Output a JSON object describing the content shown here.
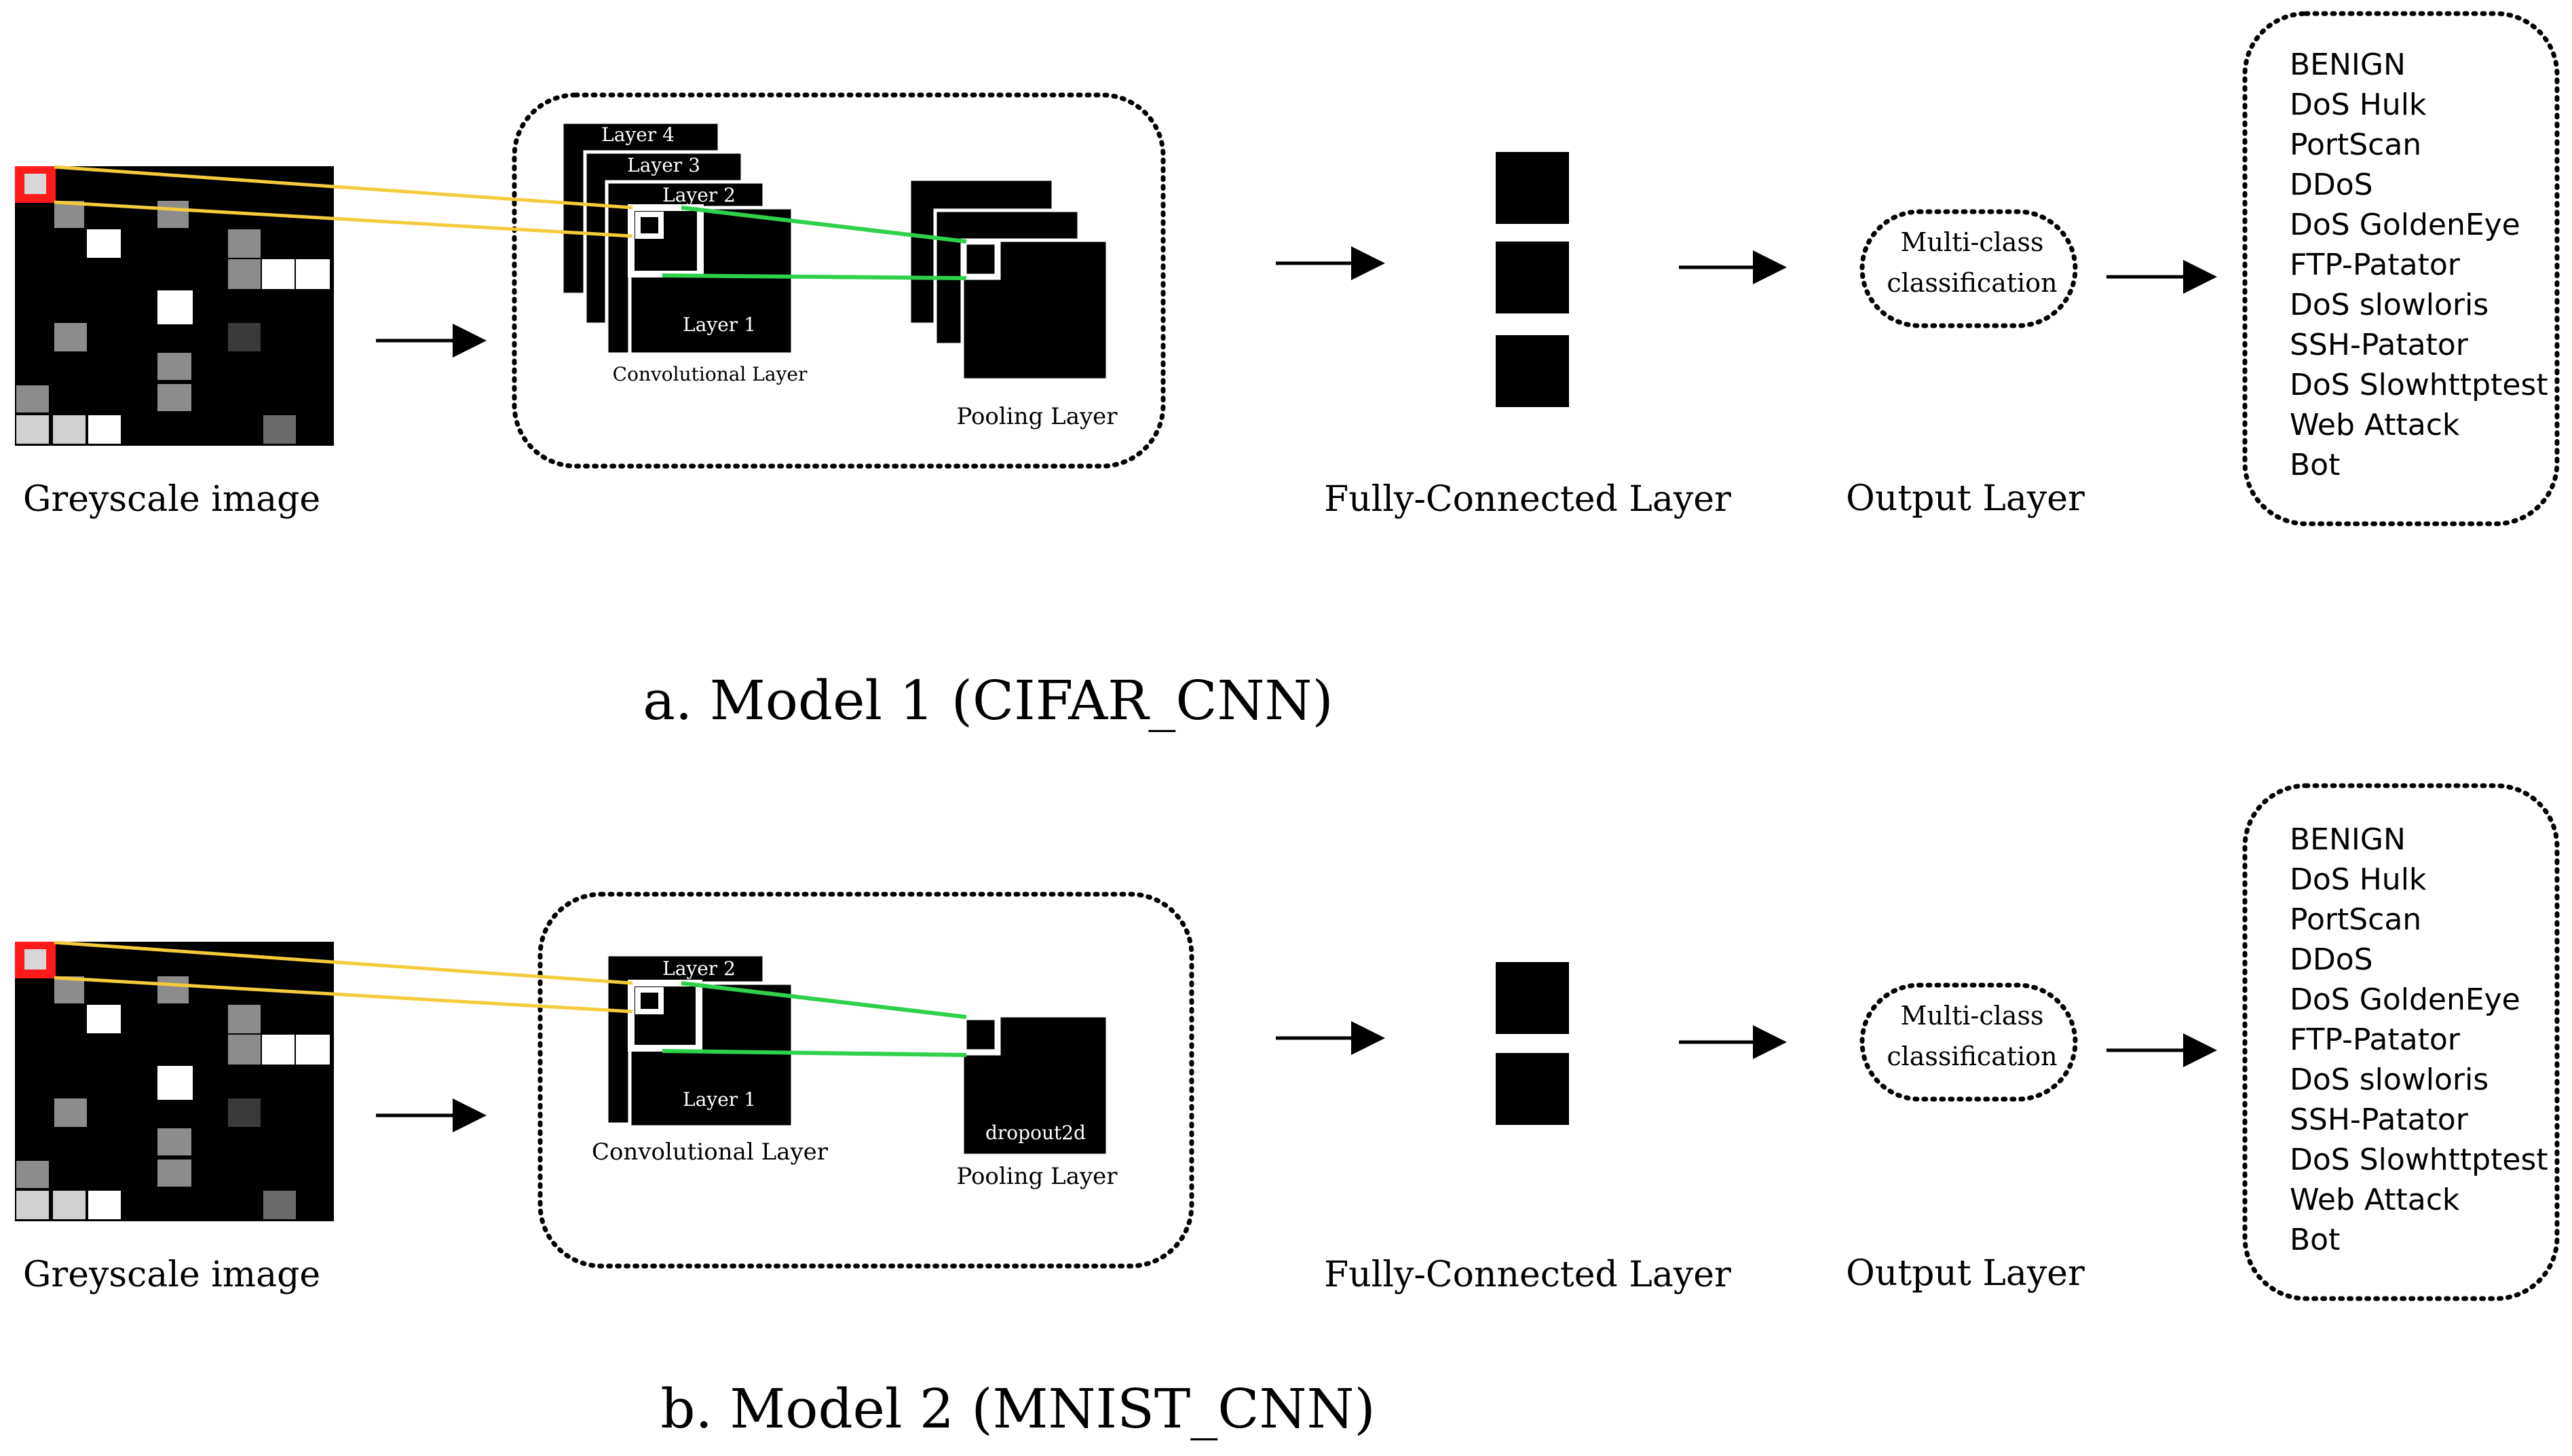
{
  "colors": {
    "background": "#ffffff",
    "block": "#000000",
    "highlight_red": "#ff1a1a",
    "line_yellow": "#f2cc3c",
    "line_green": "#2fd04a",
    "border": "#000000"
  },
  "models": [
    {
      "caption": "a. Model 1 (CIFAR_CNN)",
      "input_label": "Greyscale image",
      "conv_layers": [
        "Layer 4",
        "Layer 3",
        "Layer 2",
        "Layer 1"
      ],
      "conv_label": "Convolutional Layer",
      "pool_inner_label": "",
      "pool_label": "Pooling Layer",
      "fc_label": "Fully-Connected Layer",
      "fc_blocks": 3,
      "output_oval": [
        "Multi-class",
        "classification"
      ],
      "output_label": "Output Layer",
      "classes": [
        "BENIGN",
        "DoS Hulk",
        "PortScan",
        "DDoS",
        "DoS GoldenEye",
        "FTP-Patator",
        "DoS slowloris",
        "SSH-Patator",
        "DoS Slowhttptest",
        "Web Attack",
        "Bot"
      ]
    },
    {
      "caption": "b. Model 2 (MNIST_CNN)",
      "input_label": "Greyscale image",
      "conv_layers": [
        "Layer 2",
        "Layer 1"
      ],
      "conv_label": "Convolutional Layer",
      "pool_inner_label": "dropout2d",
      "pool_label": "Pooling Layer",
      "fc_label": "Fully-Connected Layer",
      "fc_blocks": 2,
      "output_oval": [
        "Multi-class",
        "classification"
      ],
      "output_label": "Output Layer",
      "classes": [
        "BENIGN",
        "DoS Hulk",
        "PortScan",
        "DDoS",
        "DoS GoldenEye",
        "FTP-Patator",
        "DoS slowloris",
        "SSH-Patator",
        "DoS Slowhttptest",
        "Web Attack",
        "Bot"
      ]
    }
  ]
}
